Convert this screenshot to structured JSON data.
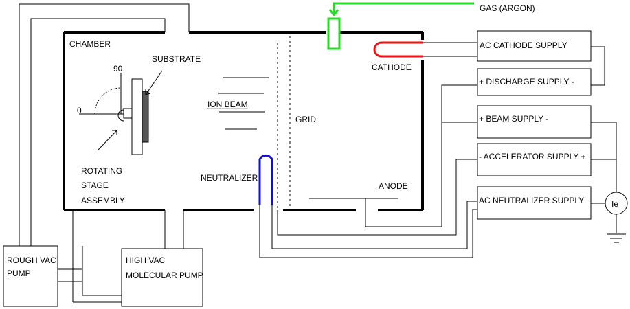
{
  "labels": {
    "gas": "GAS (ARGON)",
    "chamber": "CHAMBER",
    "substrate": "SUBSTRATE",
    "ion_beam": "ION BEAM",
    "grid": "GRID",
    "cathode": "CATHODE",
    "anode": "ANODE",
    "neutralizer": "NEUTRALIZER",
    "rotating": "ROTATING",
    "stage": "STAGE",
    "assembly": "ASSEMBLY",
    "angle_90": "90",
    "angle_0": "0",
    "ie": "Ie"
  },
  "supplies": {
    "ac_cathode": "AC  CATHODE SUPPLY",
    "discharge": "+ DISCHARGE SUPPLY  -",
    "beam": "+  BEAM SUPPLY  -",
    "accelerator": "- ACCELERATOR SUPPLY  +",
    "ac_neutralizer": "AC NEUTRALIZER SUPPLY"
  },
  "pumps": {
    "rough_line1": "ROUGH VAC",
    "rough_line2": "PUMP",
    "high_line1": "HIGH VAC",
    "high_line2": "MOLECULAR PUMP"
  },
  "colors": {
    "gas_line": "#22dd22",
    "cathode": "#ee1111",
    "neutralizer": "#1111cc"
  }
}
